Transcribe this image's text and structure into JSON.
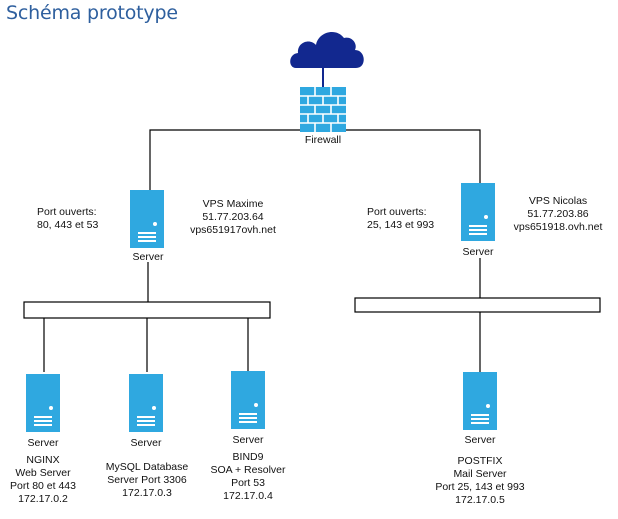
{
  "title": "Schéma prototype",
  "firewall": {
    "label": "Firewall"
  },
  "left_vps": {
    "server_label": "Server",
    "ports_line1": "Port ouverts:",
    "ports_line2": "80, 443 et 53",
    "name": "VPS Maxime",
    "ip": "51.77.203.64",
    "host": "vps651917ovh.net"
  },
  "right_vps": {
    "server_label": "Server",
    "ports_line1": "Port ouverts:",
    "ports_line2": "25, 143 et 993",
    "name": "VPS Nicolas",
    "ip": "51.77.203.86",
    "host": "vps651918.ovh.net"
  },
  "containers": [
    {
      "server_label": "Server",
      "lines": [
        "NGINX",
        "Web Server",
        "Port 80 et 443",
        "172.17.0.2"
      ]
    },
    {
      "server_label": "Server",
      "lines": [
        "MySQL Database",
        "Server Port 3306",
        "172.17.0.3"
      ]
    },
    {
      "server_label": "Server",
      "lines": [
        "BIND9",
        "SOA + Resolver",
        "Port 53",
        "172.17.0.4"
      ]
    },
    {
      "server_label": "Server",
      "lines": [
        "POSTFIX",
        "Mail Server",
        "Port 25, 143 et 993",
        "172.17.0.5"
      ]
    }
  ],
  "colors": {
    "server": "#2fa8e0",
    "cloud": "#12288f",
    "firewall": "#2fa8e0",
    "title": "#2e5f9e"
  }
}
